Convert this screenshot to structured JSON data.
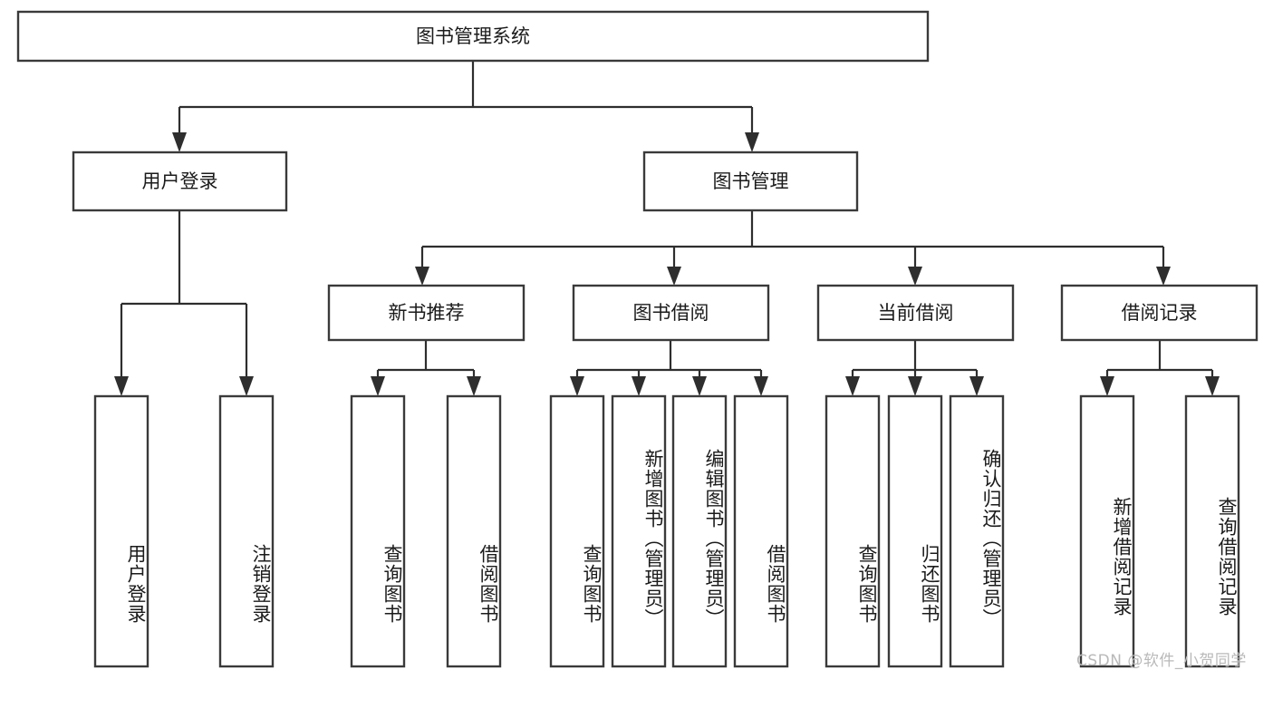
{
  "diagram": {
    "title": "图书管理系统",
    "type": "tree",
    "orientation": "top-down",
    "colors": {
      "box_stroke": "#3a3a3a",
      "box_fill": "#ffffff",
      "edge": "#2e2e2e",
      "text": "#1b1b1b",
      "watermark": "#b9b9b9",
      "background": "#ffffff"
    },
    "root": {
      "label": "图书管理系统"
    },
    "level1": [
      {
        "label": "用户登录"
      },
      {
        "label": "图书管理"
      }
    ],
    "level2": [
      {
        "label": "新书推荐"
      },
      {
        "label": "图书借阅"
      },
      {
        "label": "当前借阅"
      },
      {
        "label": "借阅记录"
      }
    ],
    "leaves": {
      "user_login": [
        {
          "label": "用户登录"
        },
        {
          "label": "注销登录"
        }
      ],
      "new_book_recommend": [
        {
          "label": "查询图书"
        },
        {
          "label": "借阅图书"
        }
      ],
      "book_borrow": [
        {
          "label": "查询图书"
        },
        {
          "label": "新增图书（管理员）"
        },
        {
          "label": "编辑图书（管理员）"
        },
        {
          "label": "借阅图书"
        }
      ],
      "current_borrow": [
        {
          "label": "查询图书"
        },
        {
          "label": "归还图书"
        },
        {
          "label": "确认归还（管理员）"
        }
      ],
      "borrow_record": [
        {
          "label": "新增借阅记录"
        },
        {
          "label": "查询借阅记录"
        }
      ]
    }
  },
  "watermark": {
    "text": "CSDN @软件_小贺同学"
  }
}
